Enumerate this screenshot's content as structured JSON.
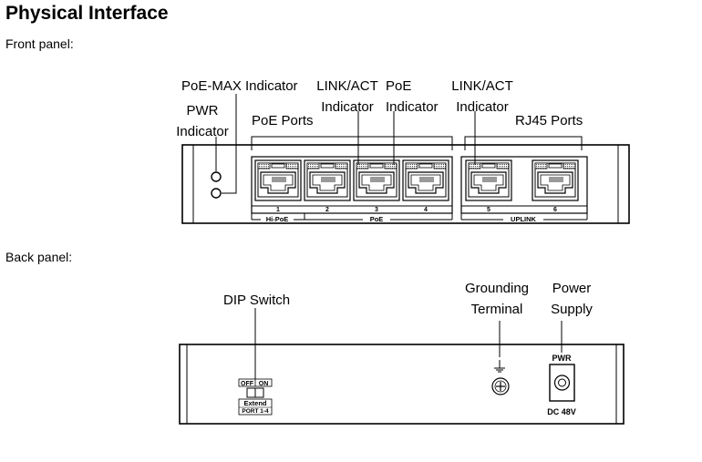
{
  "heading": "Physical Interface",
  "front_panel": {
    "label": "Front panel:",
    "callouts": {
      "poe_max": "PoE-MAX Indicator",
      "pwr_line1": "PWR",
      "pwr_line2": "Indicator",
      "poe_ports": "PoE Ports",
      "link_act_line1": "LINK/ACT",
      "link_act_line2": "Indicator",
      "poe_ind_line1": "PoE",
      "poe_ind_line2": "Indicator",
      "link_act2_line1": "LINK/ACT",
      "link_act2_line2": "Indicator",
      "rj45_ports": "RJ45 Ports"
    },
    "port_numbers": [
      "1",
      "2",
      "3",
      "4",
      "5",
      "6"
    ],
    "group_labels": {
      "hi_poe": "Hi-PoE",
      "poe": "PoE",
      "uplink": "UPLINK"
    }
  },
  "back_panel": {
    "label": "Back panel:",
    "callouts": {
      "dip_switch": "DIP Switch",
      "grounding_line1": "Grounding",
      "grounding_line2": "Terminal",
      "power_line1": "Power",
      "power_line2": "Supply"
    },
    "dip": {
      "off": "OFF",
      "on": "ON",
      "extend": "Extend",
      "port": "PORT 1-4"
    },
    "pwr_label": "PWR",
    "dc_label": "DC 48V"
  }
}
